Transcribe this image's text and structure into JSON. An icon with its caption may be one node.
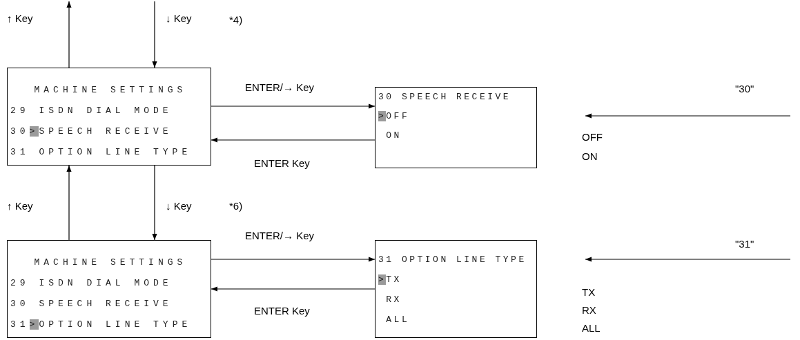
{
  "diagram": {
    "nodes": [
      {
        "text": [
          "MACHINE SETTINGS",
          "29 ISDN DIAL MODE",
          "30>SPEECH RECEIVE",
          "31 OPTION LINE TYPE"
        ]
      },
      {
        "text": [
          "30 SPEECH RECEIVE",
          ">OFF",
          "ON"
        ]
      },
      {
        "text": [
          "MACHINE SETTINGS",
          "29 ISDN DIAL MODE",
          "30 SPEECH RECEIVE",
          "31>OPTION LINE TYPE"
        ]
      },
      {
        "text": [
          "31 OPTION LINE TYPE",
          ">TX",
          "RX",
          "ALL"
        ]
      }
    ],
    "edges": [
      {
        "from": 0,
        "to": null,
        "arrow": "to",
        "label": "↑ Key"
      },
      {
        "from": null,
        "to": 0,
        "arrow": "to",
        "label": "↓ Key"
      },
      {
        "from": 0,
        "to": 1,
        "arrow": "to",
        "label": "ENTER/→ Key"
      },
      {
        "from": 1,
        "to": 0,
        "arrow": "to",
        "label": "ENTER Key"
      },
      {
        "from": 2,
        "to": 0,
        "arrow": "to",
        "label": "↑ Key"
      },
      {
        "from": 0,
        "to": 2,
        "arrow": "to",
        "label": "↓ Key"
      },
      {
        "from": 2,
        "to": 3,
        "arrow": "to",
        "label": "ENTER/→ Key"
      },
      {
        "from": 3,
        "to": 2,
        "arrow": "to",
        "label": "ENTER Key"
      }
    ],
    "labels": [
      "*4)",
      "\"30\"",
      "OFF",
      "ON",
      "*6)",
      "\"31\"",
      "TX",
      "RX",
      "ALL"
    ]
  }
}
